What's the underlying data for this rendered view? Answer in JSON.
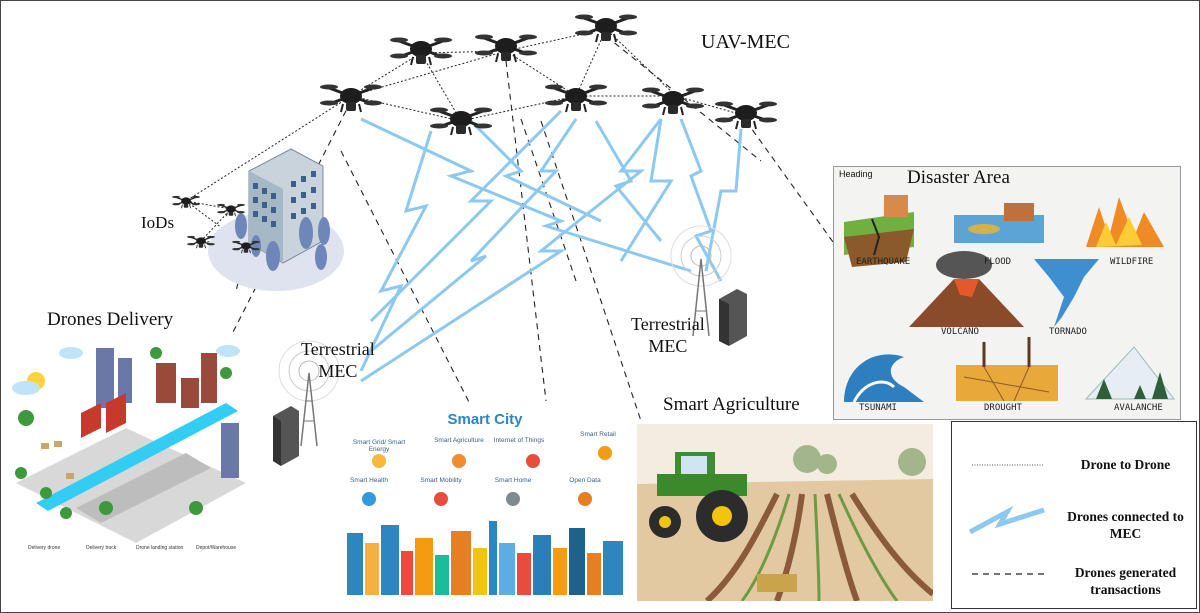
{
  "title": "UAV-MEC",
  "labels": {
    "iods": "IoDs",
    "drones_delivery": "Drones Delivery",
    "terrestrial_mec": "Terrestrial\nMEC",
    "smart_agriculture": "Smart Agriculture",
    "disaster_area": "Disaster Area"
  },
  "disaster_panel": {
    "heading": "Heading",
    "title": "Disaster Area",
    "captions": [
      "EARTHQUAKE",
      "FLOOD",
      "WILDFIRE",
      "VOLCANO",
      "TORNADO",
      "TSUNAMI",
      "DROUGHT",
      "AVALANCHE"
    ]
  },
  "smart_city": {
    "title": "Smart City",
    "items": [
      "Smart Grid/ Smart Energy",
      "Smart Agriculture",
      "Internet of Things",
      "Smart Retail",
      "Smart Health",
      "Smart Mobility",
      "Smart Home",
      "Open Data"
    ]
  },
  "delivery_legend": [
    "Delivery drone",
    "Delivery truck",
    "Drone landing station",
    "Depot/Warehouse"
  ],
  "legend": {
    "drone_to_drone": "Drone to Drone",
    "drones_connected": "Drones connected to MEC",
    "drones_transactions": "Drones generated transactions"
  },
  "colors": {
    "link_blue": "#8cc8f0",
    "sky_blue": "#5fb4e8"
  }
}
